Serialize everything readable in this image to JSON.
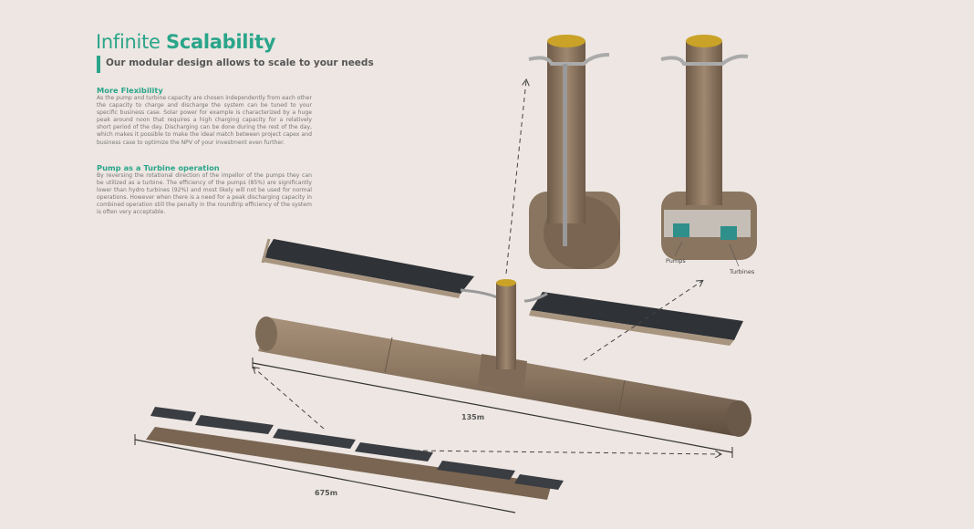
{
  "header": {
    "title_light": "Infinite",
    "title_bold": "Scalability",
    "subtitle": "Our modular design allows to scale to your needs"
  },
  "sections": [
    {
      "heading": "More Flexibility",
      "body": "As the pump and turbine capacity are chosen independently from each other the capacity to charge and discharge the system can be tuned to your specific business case. Solar power for example is characterized by a huge peak around noon that requires a high charging capacity for a relatively short period of the day. Discharging can be done during the rest of the day, which makes it possible to make the ideal match between project capex and business case to optimize the NPV of your investment even further."
    },
    {
      "heading": "Pump as a Turbine operation",
      "body": "By reversing the rotational direction of the impellor of the pumps they can be utilized as a turbine. The efficiency of the pumps (85%) are significantly lower than hydro turbines (92%) and most likely will not be used for normal operations. However when there is a need for a peak discharging capacity in combined operation still the penalty in the roundtrip efficiency of the system is often very acceptable."
    }
  ],
  "labels": {
    "pumps": "Pumps",
    "turbines": "Turbines",
    "module_length": "135m",
    "array_length": "675m"
  },
  "colors": {
    "accent": "#2aa58a",
    "background": "#ede6e2",
    "concrete": "#8a7560",
    "panel": "#2f3236"
  }
}
